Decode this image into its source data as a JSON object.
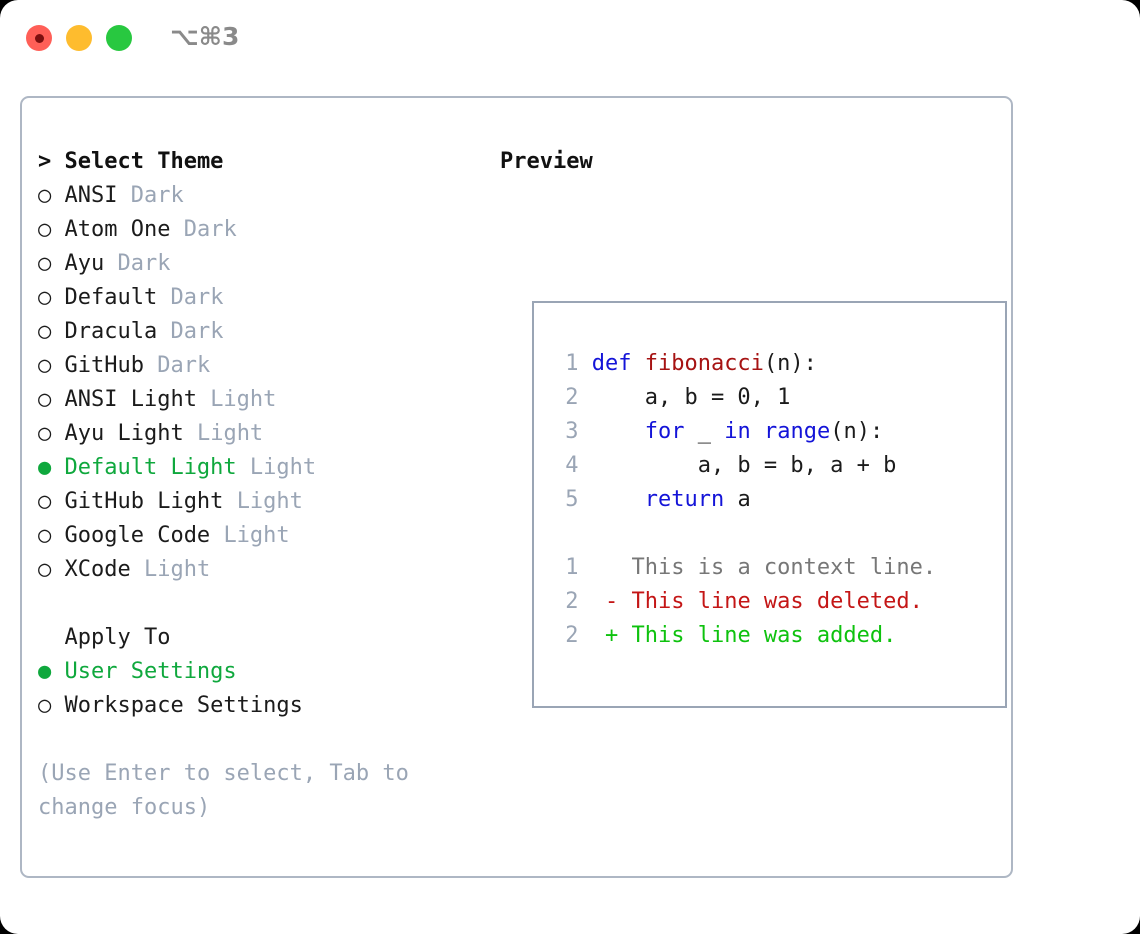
{
  "titlebar": {
    "shortcut": "⌥⌘3",
    "buttons": {
      "close": "close",
      "minimize": "minimize",
      "maximize": "maximize"
    },
    "colors": {
      "close": "#ff5f57",
      "minimize": "#febc2e",
      "maximize": "#28c840"
    }
  },
  "colors": {
    "accent_green": "#0fa83d",
    "muted_gray": "#9aa5b5",
    "text": "#1b1b1b",
    "panel_border": "#aeb7c4",
    "preview_border": "#9aa5b5",
    "keyword_blue": "#1414d8",
    "function_red": "#a61313",
    "diff_deleted": "#c41616",
    "diff_added": "#0ec20e",
    "diff_context": "#777777"
  },
  "theme_list": {
    "header": "> Select Theme",
    "items": [
      {
        "marker": "○",
        "name": "ANSI",
        "variant": "Dark",
        "selected": false
      },
      {
        "marker": "○",
        "name": "Atom One",
        "variant": "Dark",
        "selected": false
      },
      {
        "marker": "○",
        "name": "Ayu",
        "variant": "Dark",
        "selected": false
      },
      {
        "marker": "○",
        "name": "Default",
        "variant": "Dark",
        "selected": false
      },
      {
        "marker": "○",
        "name": "Dracula",
        "variant": "Dark",
        "selected": false
      },
      {
        "marker": "○",
        "name": "GitHub",
        "variant": "Dark",
        "selected": false
      },
      {
        "marker": "○",
        "name": "ANSI Light",
        "variant": "Light",
        "selected": false
      },
      {
        "marker": "○",
        "name": "Ayu Light",
        "variant": "Light",
        "selected": false
      },
      {
        "marker": "●",
        "name": "Default Light",
        "variant": "Light",
        "selected": true
      },
      {
        "marker": "○",
        "name": "GitHub Light",
        "variant": "Light",
        "selected": false
      },
      {
        "marker": "○",
        "name": "Google Code",
        "variant": "Light",
        "selected": false
      },
      {
        "marker": "○",
        "name": "XCode",
        "variant": "Light",
        "selected": false
      }
    ]
  },
  "apply_to": {
    "header": "Apply To",
    "options": [
      {
        "marker": "●",
        "label": "User Settings",
        "selected": true
      },
      {
        "marker": "○",
        "label": "Workspace Settings",
        "selected": false
      }
    ]
  },
  "help": {
    "text": "(Use Enter to select, Tab to\nchange focus)"
  },
  "preview": {
    "header": "Preview",
    "code": {
      "lines": [
        {
          "number": "1",
          "tokens": [
            {
              "text": "def ",
              "kind": "kw"
            },
            {
              "text": "fibonacci",
              "kind": "fn"
            },
            {
              "text": "(n):",
              "kind": "plain"
            }
          ]
        },
        {
          "number": "2",
          "tokens": [
            {
              "text": "    a, b = 0, 1",
              "kind": "plain"
            }
          ]
        },
        {
          "number": "3",
          "tokens": [
            {
              "text": "    ",
              "kind": "plain"
            },
            {
              "text": "for",
              "kind": "kw"
            },
            {
              "text": " _ ",
              "kind": "plain"
            },
            {
              "text": "in",
              "kind": "kw"
            },
            {
              "text": " ",
              "kind": "plain"
            },
            {
              "text": "range",
              "kind": "kw"
            },
            {
              "text": "(n):",
              "kind": "plain"
            }
          ]
        },
        {
          "number": "4",
          "tokens": [
            {
              "text": "        a, b = b, a + b",
              "kind": "plain"
            }
          ]
        },
        {
          "number": "5",
          "tokens": [
            {
              "text": "    ",
              "kind": "plain"
            },
            {
              "text": "return",
              "kind": "kw"
            },
            {
              "text": " a",
              "kind": "plain"
            }
          ]
        }
      ]
    },
    "diff": {
      "lines": [
        {
          "number": "1",
          "sign": " ",
          "text": "This is a context line.",
          "kind": "context"
        },
        {
          "number": "2",
          "sign": "-",
          "text": "This line was deleted.",
          "kind": "deleted"
        },
        {
          "number": "2",
          "sign": "+",
          "text": "This line was added.",
          "kind": "added"
        }
      ]
    }
  }
}
